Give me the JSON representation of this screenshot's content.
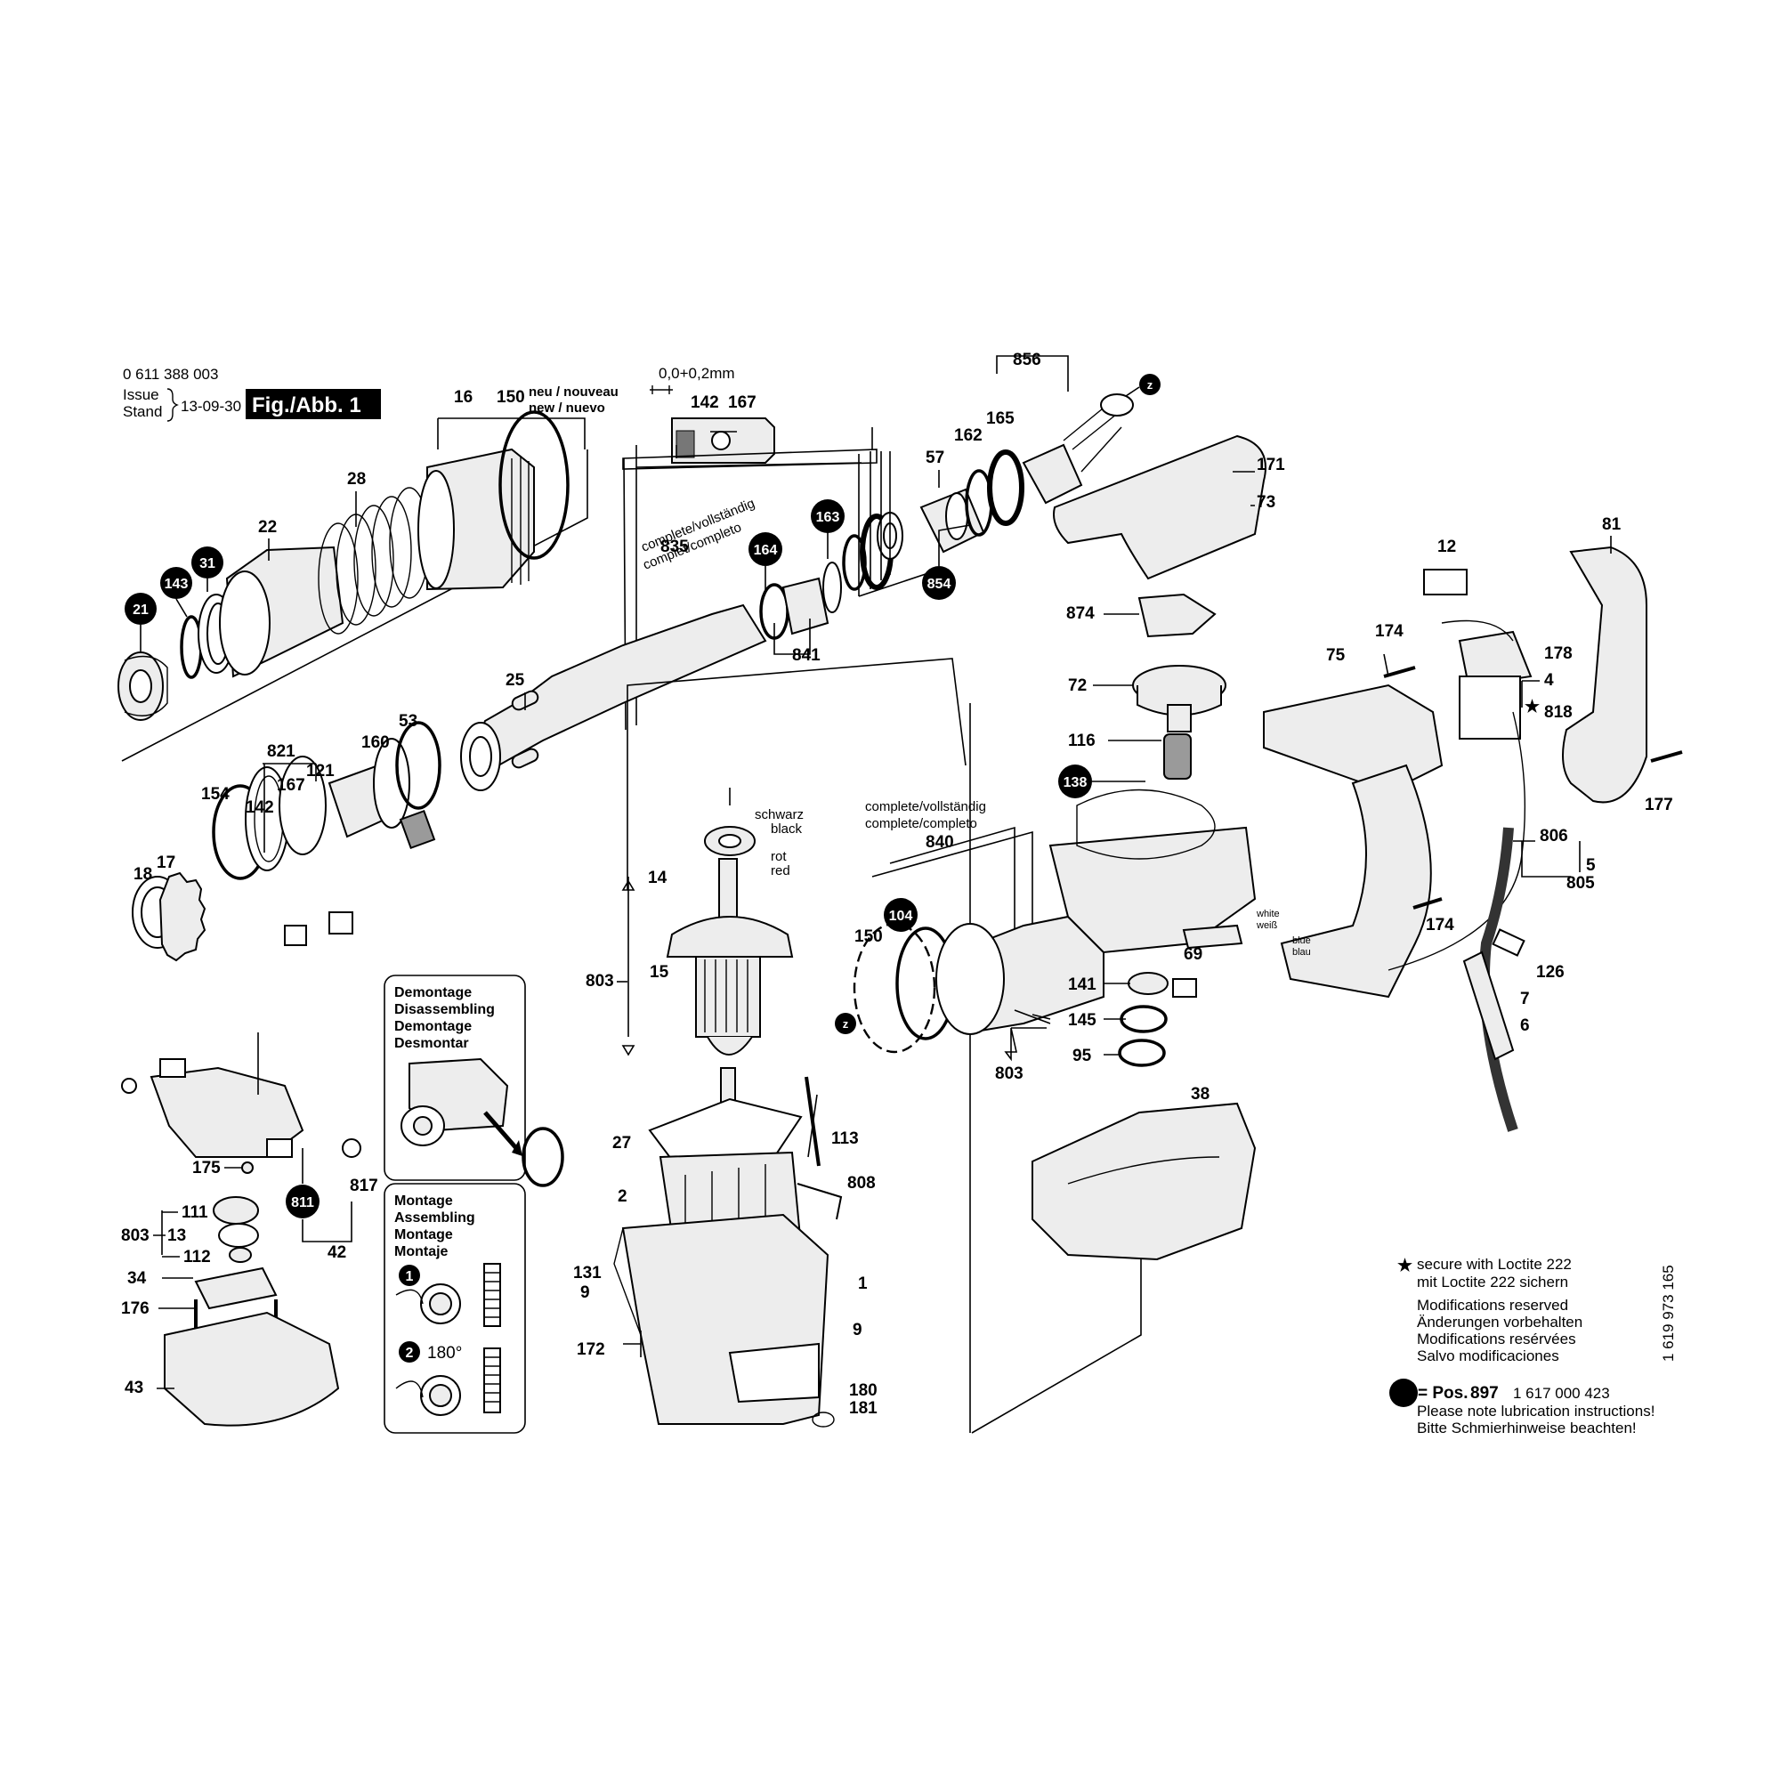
{
  "header": {
    "doc_number": "0 611 388 003",
    "issue_label": "Issue",
    "stand_label": "Stand",
    "date": "13-09-30",
    "figure_label": "Fig./Abb. 1",
    "tolerance": "0,0+0,2mm"
  },
  "labels": {
    "new_fr": "neu / nouveau",
    "new_es": "new / nuevo",
    "complete_835_a": "complete/vollständig",
    "complete_835_b": "complet/completo",
    "complete_840_a": "complete/vollständig",
    "complete_840_b": "complete/completo",
    "schwarz": "schwarz",
    "black": "black",
    "rot": "rot",
    "red": "red",
    "white": "white",
    "weiss": "weiß",
    "blue": "blue",
    "blau": "blau"
  },
  "part_numbers": {
    "p16": "16",
    "p150a": "150",
    "p28": "28",
    "p22": "22",
    "p21": "21",
    "p143": "143",
    "p31": "31",
    "p142a": "142",
    "p167a": "167",
    "p835": "835",
    "p164": "164",
    "p163": "163",
    "p841": "841",
    "p25": "25",
    "p856": "856",
    "p165": "165",
    "p162": "162",
    "p57": "57",
    "p854": "854",
    "p821": "821",
    "p121": "121",
    "p167b": "167",
    "p142b": "142",
    "p160": "160",
    "p53": "53",
    "p154": "154",
    "p18": "18",
    "p17": "17",
    "p171": "171",
    "p73": "73",
    "p874": "874",
    "p72": "72",
    "p116": "116",
    "p138": "138",
    "p12": "12",
    "p81": "81",
    "p174a": "174",
    "p75": "75",
    "p178": "178",
    "p4": "4",
    "p818": "818",
    "p177": "177",
    "p806": "806",
    "p5": "5",
    "p805": "805",
    "p174b": "174",
    "p126": "126",
    "p7": "7",
    "p6": "6",
    "p14": "14",
    "p15": "15",
    "p803a": "803",
    "p840": "840",
    "p104": "104",
    "p150b": "150",
    "p69": "69",
    "p141": "141",
    "p145": "145",
    "p95": "95",
    "p803b": "803",
    "p38": "38",
    "p113": "113",
    "p27": "27",
    "p2": "2",
    "p808": "808",
    "p131": "131",
    "p9a": "9",
    "p1": "1",
    "p9b": "9",
    "p172": "172",
    "p180": "180",
    "p181": "181",
    "p175": "175",
    "p811": "811",
    "p817": "817",
    "p111": "111",
    "p803c": "803",
    "p13": "13",
    "p112": "112",
    "p42": "42",
    "p34": "34",
    "p176": "176",
    "p43": "43",
    "z1": "z",
    "z2": "z"
  },
  "disassembly_box": {
    "lines": [
      "Demontage",
      "Disassembling",
      "Demontage",
      "Desmontar"
    ]
  },
  "assembly_box": {
    "lines": [
      "Montage",
      "Assembling",
      "Montage",
      "Montaje"
    ],
    "step1": "1",
    "step2": "2",
    "angle": "180°"
  },
  "notes": {
    "loctite_1": "secure with Loctite 222",
    "loctite_2": "mit Loctite 222 sichern",
    "mod_1": "Modifications reserved",
    "mod_2": "Änderungen vorbehalten",
    "mod_3": "Modifications resérvées",
    "mod_4": "Salvo modificaciones",
    "pos_label": "= Pos.",
    "pos_number": "897",
    "lube_part": "1 617 000 423",
    "lube_1": "Please note lubrication instructions!",
    "lube_2": "Bitte Schmierhinweise beachten!",
    "vertical_code": "1 619 973 165"
  },
  "icons": {
    "star": "★",
    "dot": "●"
  }
}
